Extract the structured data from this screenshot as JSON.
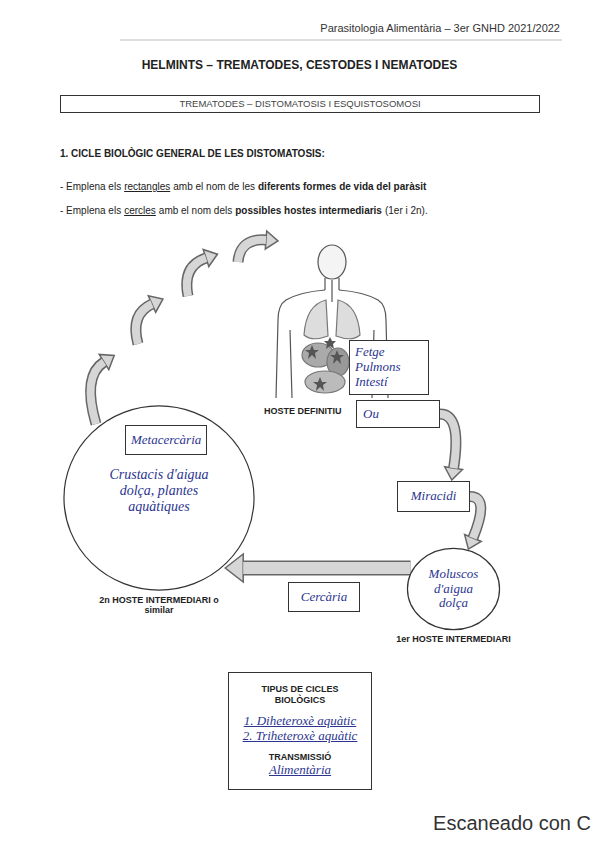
{
  "diagram": {
    "title": "HELMINTS – TREMATODES, CESTODES I NEMATODES",
    "nodes": [
      {
        "text": [
          "TREMATODES – DISTOMATOSIS I ESQUISTOSOMOSI"
        ]
      },
      {
        "text": [
          "Fetge Pulmons Intestí"
        ]
      },
      {
        "text": [
          "Ou"
        ]
      },
      {
        "text": [
          "Miracidi"
        ]
      },
      {
        "text": [
          "Crustacis d'aigua dolça, plantes aquàtiques",
          "2n HOSTE INTERMEDIARI o similar"
        ]
      },
      {
        "text": [
          "Metacercària"
        ],
        "in": 4
      },
      {
        "text": [
          "Moluscos d'aigua dolça",
          "1er HOSTE INTERMEDIARI"
        ]
      },
      {
        "text": [
          "Cercària"
        ]
      },
      {
        "text": [
          "TIPUS DE CICLES BIOLÒGICS",
          "1. Diheteroxè aquàtic",
          "2. Triheteroxè aquàtic",
          "TRANSMISSIÓ",
          "Alimentària"
        ]
      }
    ],
    "edges": [
      {
        "from": 2,
        "to": 3,
        "arrow": "to"
      },
      {
        "from": 3,
        "to": 6,
        "arrow": "to"
      },
      {
        "from": 6,
        "to": 4,
        "arrow": "to"
      }
    ],
    "labels": [
      "Parasitologia Alimentària – 3er GNHD 2021/2022",
      "1. CICLE BIOLÒGIC GENERAL DE LES DISTOMATOSIS:",
      "- Emplena els",
      "rectangles",
      "amb el nom de les",
      "diferents formes de vida del paràsit",
      "- Emplena els",
      "cercles",
      "amb el nom dels",
      "possibles hostes intermediaris",
      "(1er i 2n).",
      "HOSTE DEFINITIU",
      "Escaneado con C"
    ]
  }
}
